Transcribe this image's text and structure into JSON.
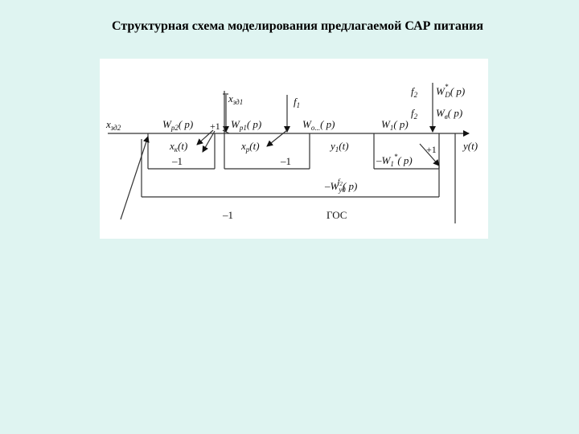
{
  "slide": {
    "title": "Структурная схема моделирования предлагаемой САР питания"
  },
  "diagram": {
    "labels": {
      "x_zd2": "x",
      "x_zd2_sub": "зд2",
      "Wr2": "W",
      "Wr2_sub": "р2",
      "Wr2_arg": "( p)",
      "plus1_a": "+1",
      "x_zd1": "x",
      "x_zd1_sub": "зд1",
      "Wr1": "W",
      "Wr1_sub": "р1",
      "Wr1_arg": "( p)",
      "f1": "f",
      "f1_sub": "1",
      "Wob": "W",
      "Wob_sub": "о...",
      "Wob_arg": "( p)",
      "f2a": "f",
      "f2a_sub": "2",
      "WD": "W",
      "WD_sup": "*",
      "WD_sub": "D",
      "WD_arg": "( p)",
      "f2b": "f",
      "f2b_sub": "2",
      "Wv": "W",
      "Wv_sub": "в",
      "Wv_arg": "( p)",
      "W1": "W",
      "W1_sub": "1",
      "W1_arg": "( p)",
      "yt": "y(t)",
      "xk": "x",
      "xk_sub": "к",
      "xk_arg": "(t)",
      "minus1_a": "–1",
      "xr": "x",
      "xr_sub": "р",
      "xr_arg": "(t)",
      "minus1_b": "–1",
      "y1t": "y",
      "y1t_sub": "1",
      "y1t_arg": "(t)",
      "plus1_b": "+1",
      "mW1": "–W",
      "mW1_sub": "1",
      "mW1_sup": "*",
      "mW1_arg": "( p)",
      "mWyd": "–W",
      "mWyd_sub": "уд",
      "mWyd_sup": "f",
      "mWyd_sup2": "2",
      "mWyd_arg": "( p)",
      "minus1_c": "–1",
      "gos": "ГОС"
    }
  }
}
